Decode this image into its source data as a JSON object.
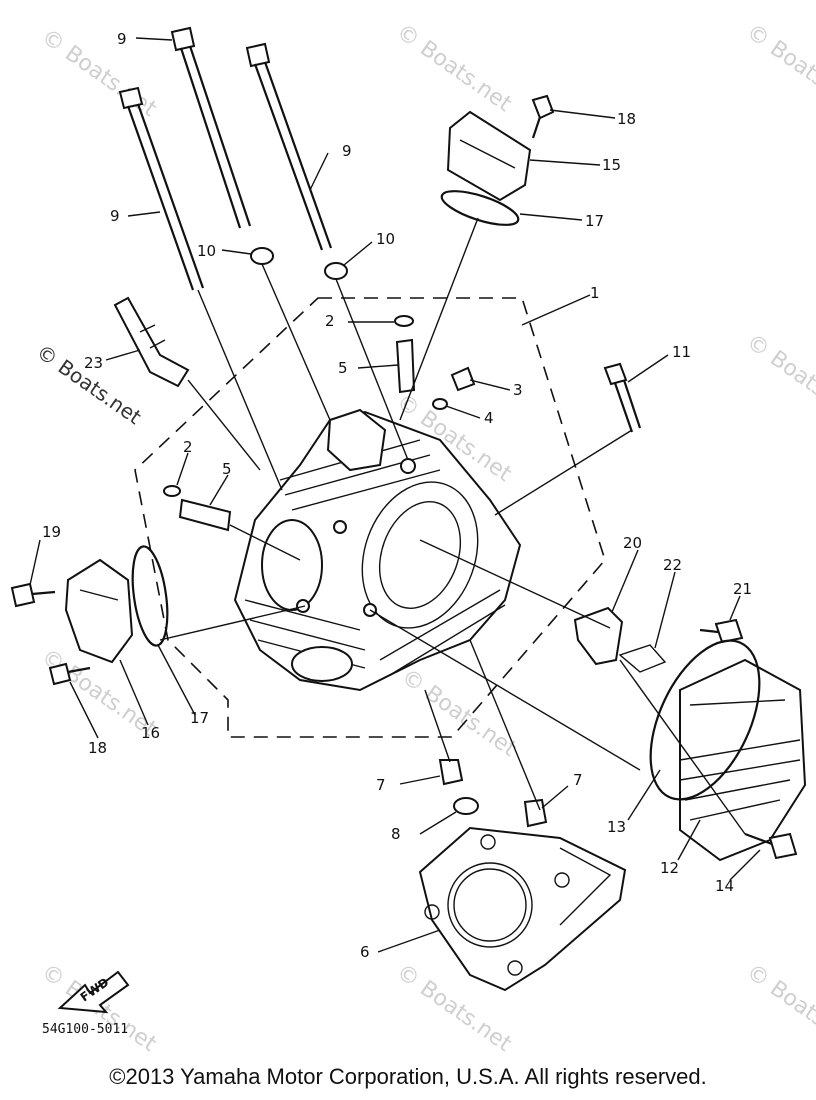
{
  "watermark": "© Boats.net",
  "diagram_code": "54G100-5011",
  "fwd_label": "FWD",
  "copyright": "©2013 Yamaha Motor Corporation, U.S.A. All rights reserved.",
  "callouts": [
    {
      "id": "9a",
      "label": "9"
    },
    {
      "id": "9b",
      "label": "9"
    },
    {
      "id": "9c",
      "label": "9"
    },
    {
      "id": "10a",
      "label": "10"
    },
    {
      "id": "10b",
      "label": "10"
    },
    {
      "id": "18a",
      "label": "18"
    },
    {
      "id": "15",
      "label": "15"
    },
    {
      "id": "17a",
      "label": "17"
    },
    {
      "id": "1",
      "label": "1"
    },
    {
      "id": "2a",
      "label": "2"
    },
    {
      "id": "5a",
      "label": "5"
    },
    {
      "id": "3",
      "label": "3"
    },
    {
      "id": "4",
      "label": "4"
    },
    {
      "id": "11",
      "label": "11"
    },
    {
      "id": "23",
      "label": "23"
    },
    {
      "id": "2b",
      "label": "2"
    },
    {
      "id": "5b",
      "label": "5"
    },
    {
      "id": "19",
      "label": "19"
    },
    {
      "id": "20",
      "label": "20"
    },
    {
      "id": "22",
      "label": "22"
    },
    {
      "id": "21",
      "label": "21"
    },
    {
      "id": "16",
      "label": "16"
    },
    {
      "id": "17b",
      "label": "17"
    },
    {
      "id": "18b",
      "label": "18"
    },
    {
      "id": "7a",
      "label": "7"
    },
    {
      "id": "7b",
      "label": "7"
    },
    {
      "id": "8",
      "label": "8"
    },
    {
      "id": "13",
      "label": "13"
    },
    {
      "id": "12",
      "label": "12"
    },
    {
      "id": "14",
      "label": "14"
    },
    {
      "id": "6",
      "label": "6"
    }
  ]
}
